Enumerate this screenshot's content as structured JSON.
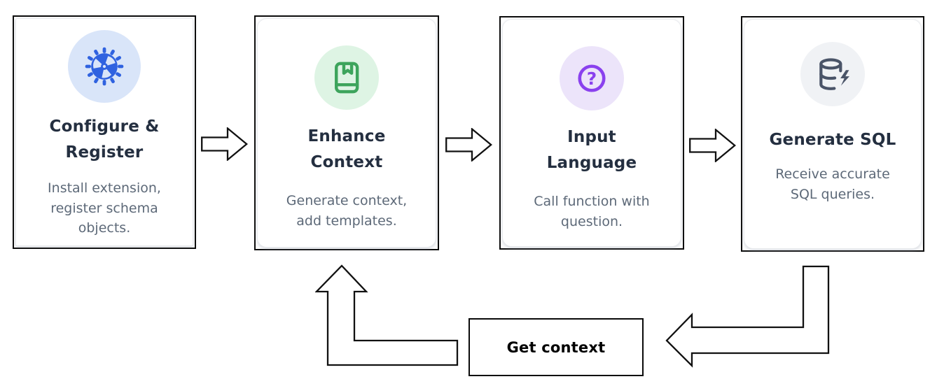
{
  "diagram": {
    "steps": [
      {
        "title": "Configure & Register",
        "title_lines": [
          "Configure &",
          "Register"
        ],
        "description": "Install extension, register schema objects.",
        "description_lines": [
          "Install extension,",
          "register schema",
          "objects."
        ],
        "icon": "gear-icon",
        "icon_color": "#2f62e0",
        "icon_bg": "#d9e5f9"
      },
      {
        "title": "Enhance Context",
        "title_lines": [
          "Enhance",
          "Context"
        ],
        "description": "Generate context, add templates.",
        "description_lines": [
          "Generate context,",
          "add templates."
        ],
        "icon": "book-icon",
        "icon_color": "#3da45c",
        "icon_bg": "#def4e4"
      },
      {
        "title": "Input Language",
        "title_lines": [
          "Input",
          "Language"
        ],
        "description": "Call function with question.",
        "description_lines": [
          "Call function with",
          "question."
        ],
        "icon": "question-icon",
        "icon_glyph": "?",
        "icon_color": "#8a41ee",
        "icon_bg": "#ece4fa"
      },
      {
        "title": "Generate SQL",
        "title_lines": [
          "Generate SQL"
        ],
        "description": "Receive accurate SQL queries.",
        "description_lines": [
          "Receive accurate",
          "SQL queries."
        ],
        "icon": "database-bolt-icon",
        "icon_color": "#4a5468",
        "icon_bg": "#f0f2f5"
      }
    ],
    "loop": {
      "label": "Get context"
    },
    "colors": {
      "background": "#ffffff",
      "card_border": "#0c0c0c",
      "title_text": "#242f40",
      "body_text": "#5d6978",
      "arrow_stroke": "#111111",
      "loop_box_border": "#0a0a0a",
      "loop_label_text": "#000000"
    }
  }
}
